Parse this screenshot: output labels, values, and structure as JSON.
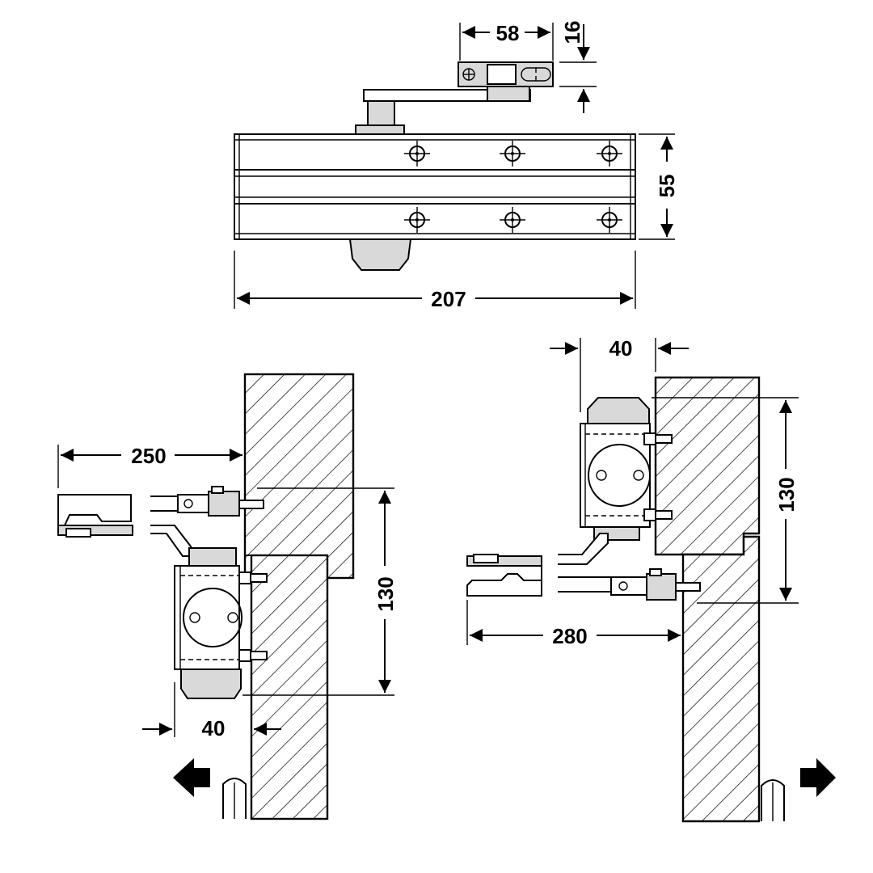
{
  "dimensions": {
    "arm_shoe_width": "58",
    "arm_shoe_height": "16",
    "body_height": "55",
    "body_length": "207",
    "left_arm_reach": "250",
    "left_vertical": "130",
    "left_offset": "40",
    "right_offset": "40",
    "right_vertical": "130",
    "right_arm_reach": "280"
  },
  "colors": {
    "line": "#000000",
    "metal": "#d9d9d9",
    "background": "#ffffff"
  },
  "icons": {
    "left_direction": "arrow-left-icon",
    "right_direction": "arrow-right-icon"
  }
}
